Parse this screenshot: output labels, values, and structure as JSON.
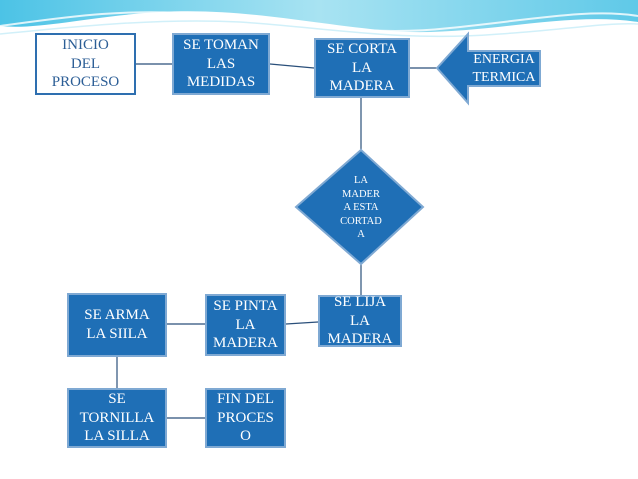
{
  "diagram": {
    "nodes": {
      "inicio": "INICIO\nDEL\nPROCESO",
      "medidas": "SE TOMAN\nLAS\nMEDIDAS",
      "corta": "SE CORTA\nLA\nMADERA",
      "energia": "ENERGIA\nTERMICA",
      "decision": "LA\nMADER\nA ESTA\nCORTAD\nA",
      "lija": "SE LIJA\nLA\nMADERA",
      "pinta": "SE PINTA\nLA\nMADERA",
      "arma": "SE ARMA\nLA SIILA",
      "tornilla": "SE\nTORNILLA\nLA SILLA",
      "fin": "FIN DEL\nPROCES\nO"
    },
    "colors": {
      "node_fill": "#1f6fb6",
      "node_border": "#7fa9d3",
      "start_fill": "#ffffff",
      "start_text": "#2c5e96",
      "connector": "#2a4f7a",
      "wave": "#8fd3ea"
    }
  }
}
